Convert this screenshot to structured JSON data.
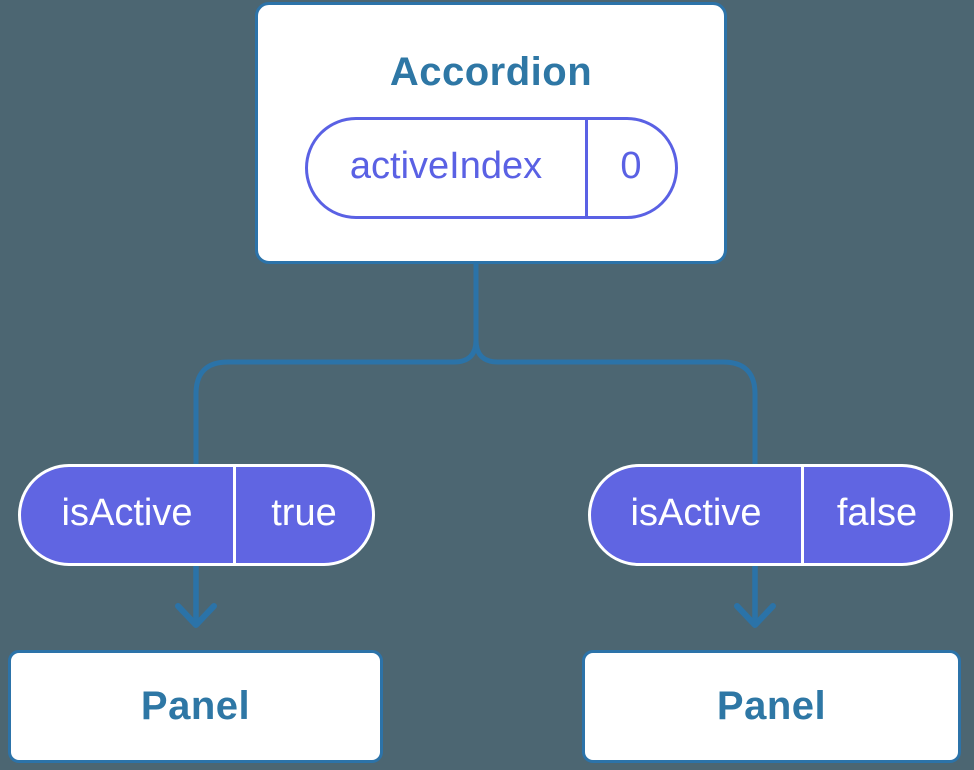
{
  "colors": {
    "background": "#4C6672",
    "line_blue": "#2B73A8",
    "node_border": "#2C73A9",
    "node_bg": "#FFFFFF",
    "heading_text": "#2E77A5",
    "pill_purple": "#6065E2",
    "pill_outline_purple": "#5A61E4",
    "pill_text_on_purple": "#FFFFFF"
  },
  "root_node": {
    "title": "Accordion",
    "state_pill": {
      "label": "activeIndex",
      "value": "0"
    }
  },
  "children": [
    {
      "prop_pill": {
        "label": "isActive",
        "value": "true"
      },
      "node_label": "Panel"
    },
    {
      "prop_pill": {
        "label": "isActive",
        "value": "false"
      },
      "node_label": "Panel"
    }
  ]
}
